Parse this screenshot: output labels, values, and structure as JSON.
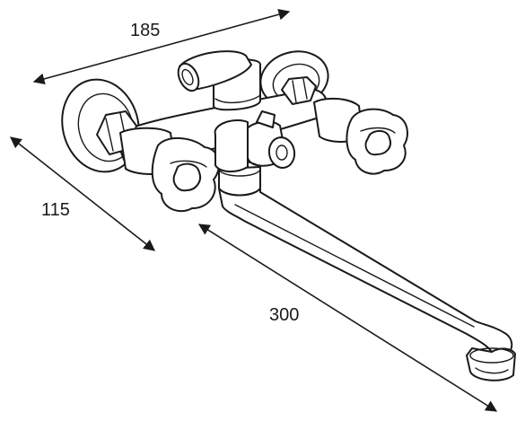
{
  "dimensions": {
    "width_label": "185",
    "depth_label": "115",
    "spout_label": "300"
  },
  "colors": {
    "line": "#1a1a1a",
    "background": "#ffffff"
  }
}
